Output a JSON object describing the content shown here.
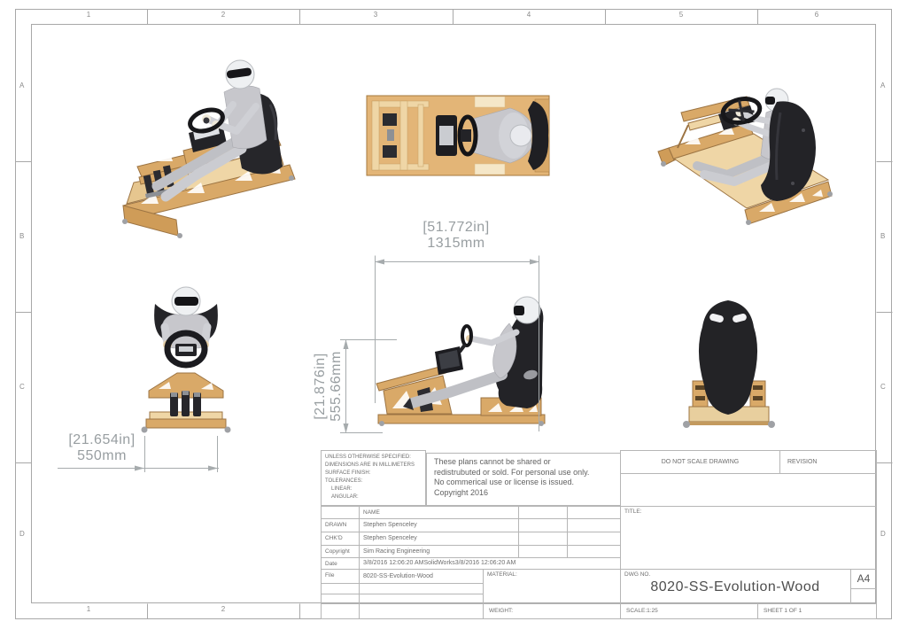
{
  "sheet": {
    "zones": {
      "top": [
        "1",
        "2",
        "3",
        "4",
        "5",
        "6"
      ],
      "bottom": [
        "1",
        "2"
      ],
      "left": [
        "A",
        "B",
        "C",
        "D"
      ],
      "right": [
        "A",
        "B",
        "C",
        "D"
      ]
    }
  },
  "dimensions": {
    "overall_length": {
      "inches": "[51.772in]",
      "mm": "1315mm"
    },
    "overall_height": {
      "inches": "[21.876in]",
      "mm": "555.66mm"
    },
    "overall_width": {
      "inches": "[21.654in]",
      "mm": "550mm"
    }
  },
  "title_block": {
    "tolerance_block": {
      "line1": "UNLESS OTHERWISE SPECIFIED:",
      "line2": "DIMENSIONS ARE IN MILLIMETERS",
      "line3": "SURFACE FINISH:",
      "line4": "TOLERANCES:",
      "line5": "LINEAR:",
      "line6": "ANGULAR:"
    },
    "legal_note": "These plans cannot be shared or\nredistrubuted or sold. For personal use only.\nNo commerical use or license is issued.\nCopyright 2016",
    "do_not_scale": "DO NOT SCALE DRAWING",
    "revision_label": "REVISION",
    "title_label": "TITLE:",
    "name_header": "NAME",
    "rows": [
      {
        "label": "DRAWN",
        "value": "Stephen Spenceley"
      },
      {
        "label": "CHK'D",
        "value": "Stephen Spenceley"
      },
      {
        "label": "Copyright",
        "value": "Sim Racing Engineering"
      },
      {
        "label": "Date",
        "value": "3/8/2016 12:06:20 AMSolidWorks3/8/2016 12:06:20 AM"
      },
      {
        "label": "File",
        "value": "8020-SS-Evolution-Wood"
      }
    ],
    "material_label": "MATERIAL:",
    "weight_label": "WEIGHT:",
    "dwg_no_label": "DWG NO.",
    "dwg_no_value": "8020-SS-Evolution-Wood",
    "paper_size": "A4",
    "scale": "SCALE:1:25",
    "sheet": "SHEET 1 OF 1"
  },
  "colors": {
    "wood": "#d9a968",
    "wood_light": "#efd6a6",
    "wood_dark": "#9c7443",
    "seat_black": "#232327",
    "suit_gray": "#c7c7cc",
    "helmet_white": "#eef0f2",
    "visor_black": "#17171a",
    "frame_line_gray": "#a8a8a8",
    "dimension_gray": "#989ea1",
    "text_gray": "#6e6e6e"
  }
}
